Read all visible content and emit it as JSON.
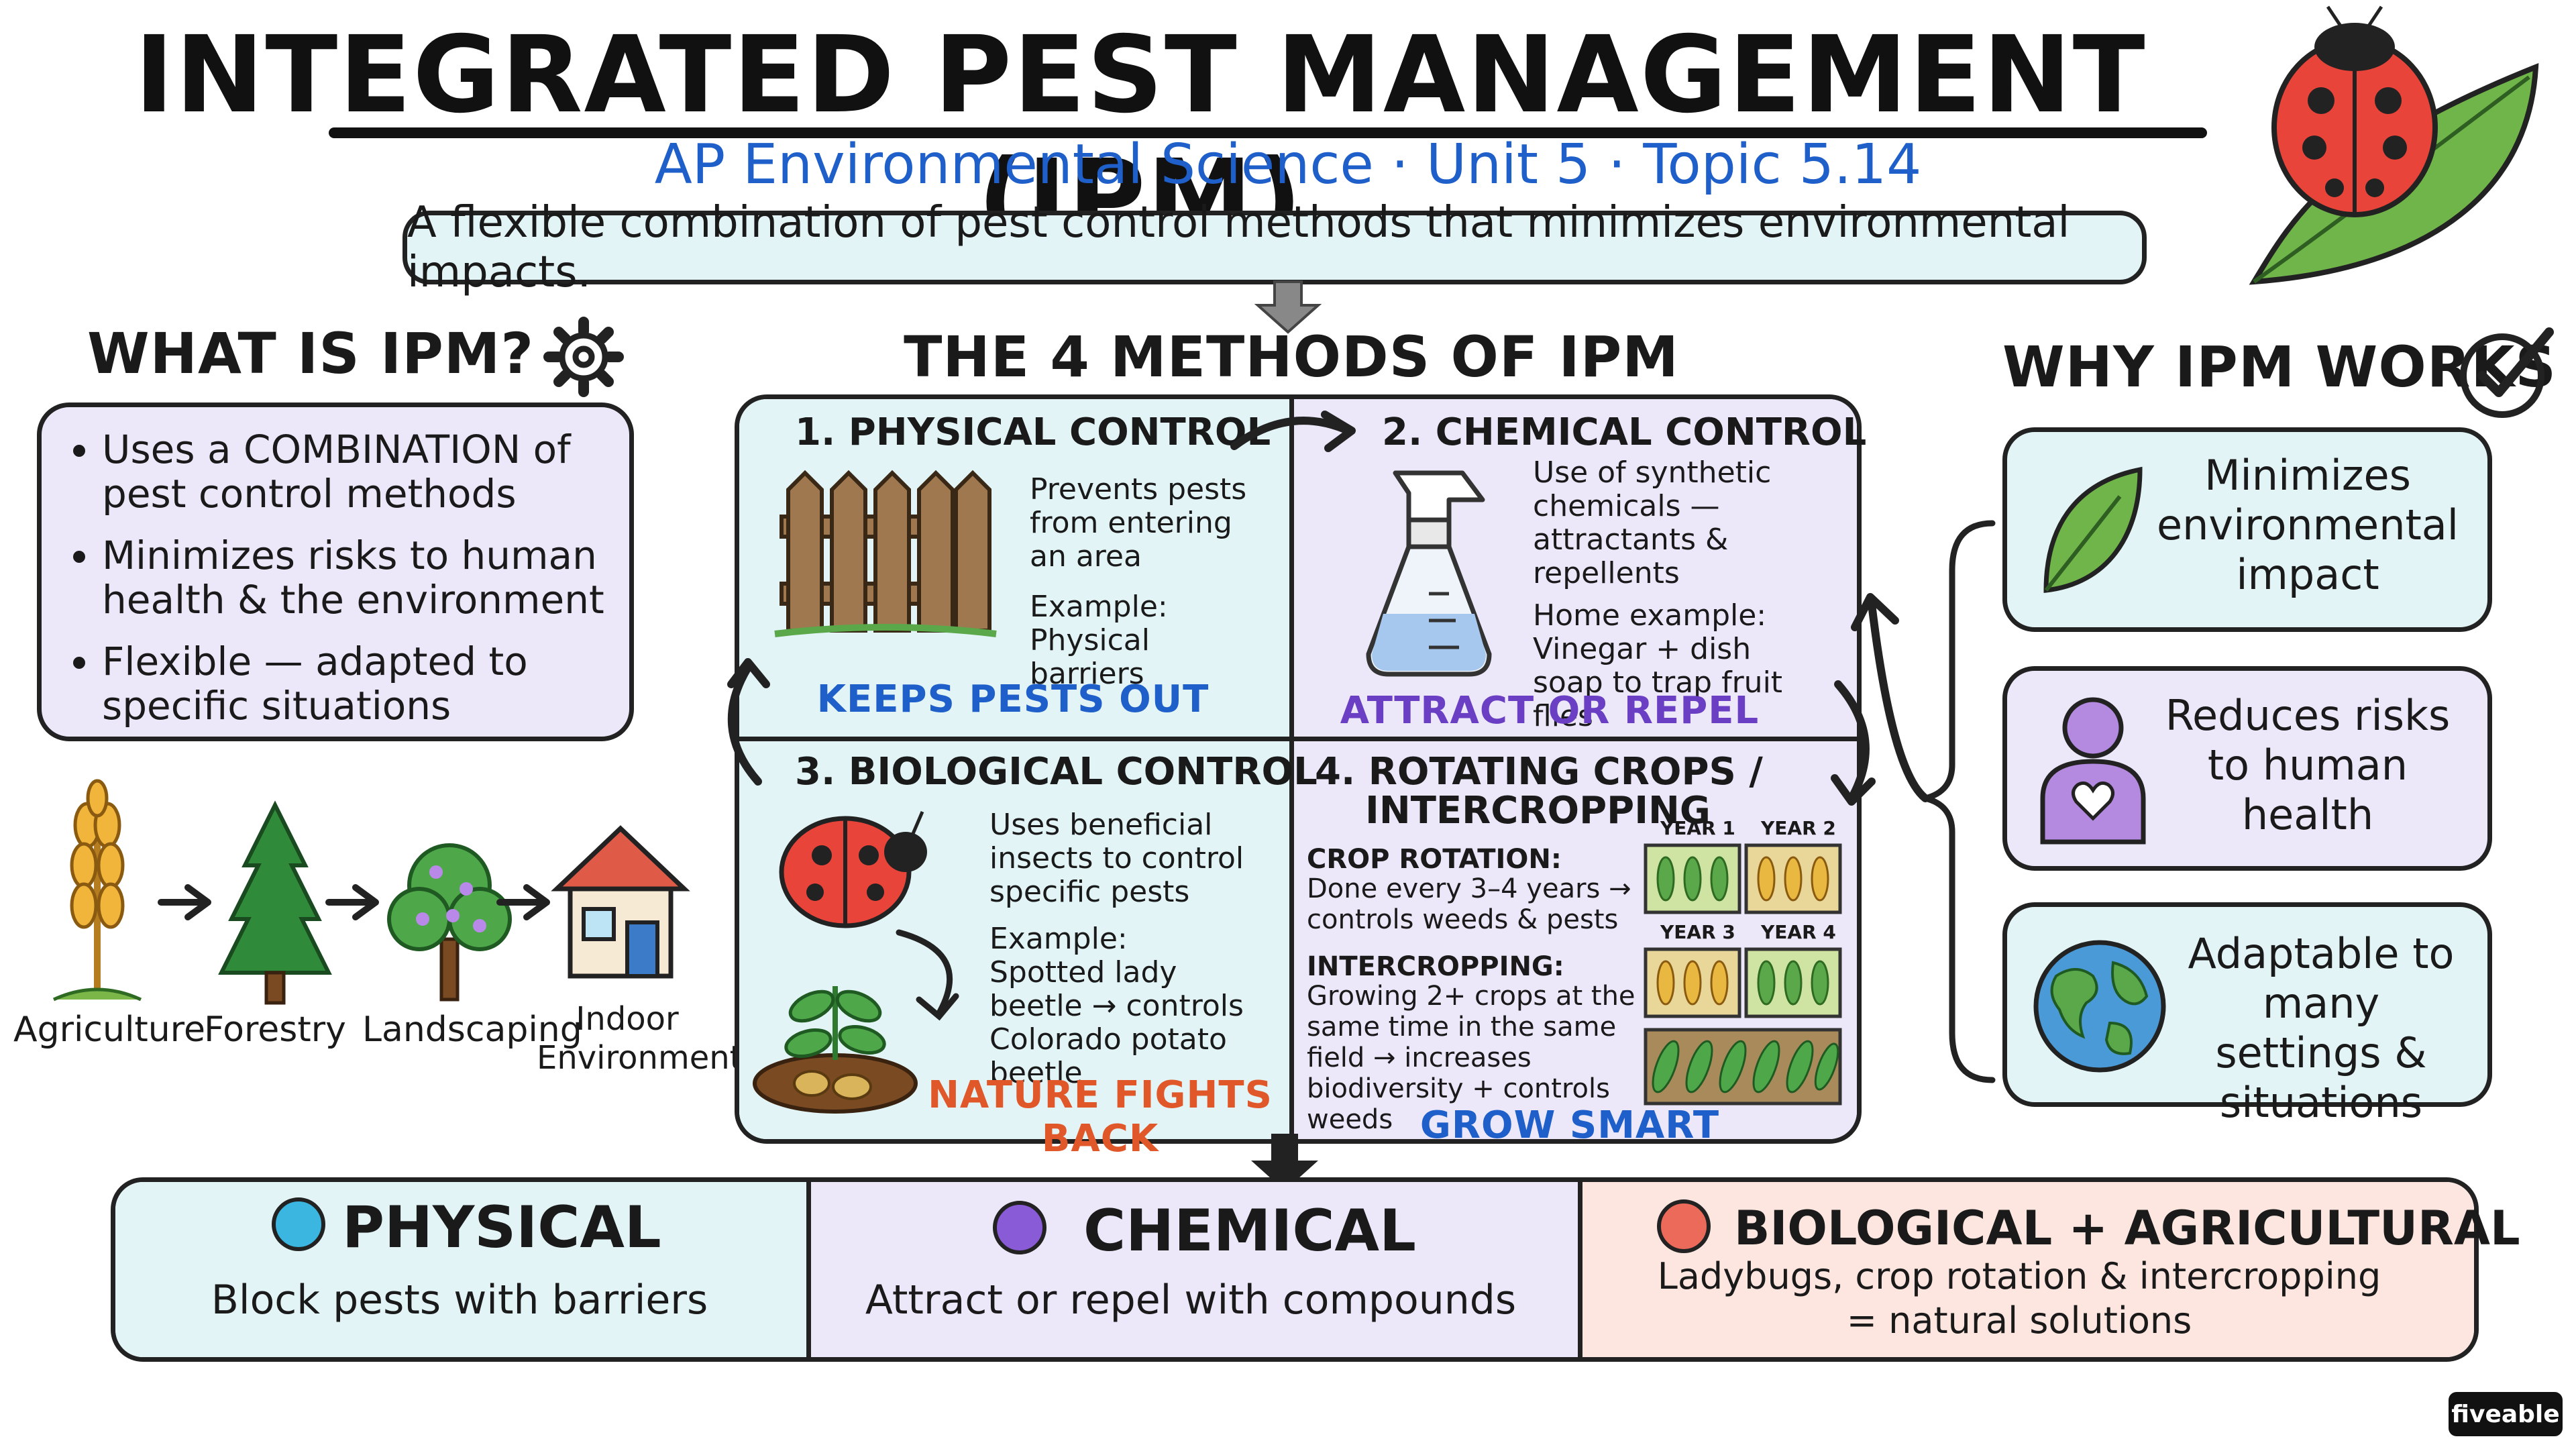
{
  "header": {
    "title": "INTEGRATED PEST MANAGEMENT (IPM)",
    "subtitle": "AP Environmental Science · Unit 5 · Topic 5.14",
    "tagline": "A flexible combination of pest control methods that minimizes environmental impacts."
  },
  "what_is": {
    "heading": "WHAT IS IPM?",
    "bullets": [
      "Uses a COMBINATION of pest control methods",
      "Minimizes risks to human health & the environment",
      "Flexible — adapted to specific situations"
    ],
    "settings": [
      "Agriculture",
      "Forestry",
      "Landscaping",
      "Indoor Environments"
    ]
  },
  "methods": {
    "heading": "THE 4 METHODS OF IPM",
    "physical": {
      "title": "1. PHYSICAL CONTROL",
      "text": "Prevents pests from entering an area",
      "example": "Example: Physical barriers",
      "tag": "KEEPS PESTS OUT"
    },
    "chemical": {
      "title": "2. CHEMICAL CONTROL",
      "text": "Use of synthetic chemicals — attractants & repellents",
      "example": "Home example: Vinegar + dish soap to trap fruit flies",
      "tag": "ATTRACT OR REPEL"
    },
    "biological": {
      "title": "3. BIOLOGICAL CONTROL",
      "text": "Uses beneficial insects to control specific pests",
      "example": "Example: Spotted lady beetle → controls Colorado potato beetle",
      "tag": "NATURE FIGHTS BACK"
    },
    "rotating": {
      "title_line1": "4. ROTATING CROPS /",
      "title_line2": "INTERCROPPING",
      "rotation_label": "CROP ROTATION:",
      "rotation_text": "Done every 3–4 years → controls weeds & pests",
      "inter_label": "INTERCROPPING:",
      "inter_text": "Growing 2+ crops at the same time in the same field → increases biodiversity + controls weeds",
      "years": [
        "YEAR 1",
        "YEAR 2",
        "YEAR 3",
        "YEAR 4"
      ],
      "tag": "GROW SMART"
    }
  },
  "why": {
    "heading": "WHY IPM WORKS",
    "items": [
      "Minimizes environmental impact",
      "Reduces risks to human health",
      "Adaptable to many settings & situations"
    ]
  },
  "summary": [
    {
      "title": "PHYSICAL",
      "text": "Block pests with barriers",
      "color": "#3bb6e0"
    },
    {
      "title": "CHEMICAL",
      "text": "Attract or repel with compounds",
      "color": "#8a5bd6"
    },
    {
      "title": "BIOLOGICAL + AGRICULTURAL",
      "text": "Ladybugs, crop rotation & intercropping = natural solutions",
      "color": "#ec6a5a"
    }
  ],
  "brand": "fiveable",
  "colors": {
    "blue_accent": "#1f5fc9",
    "purple_accent": "#6a3fc4",
    "orange_accent": "#e0582a"
  }
}
